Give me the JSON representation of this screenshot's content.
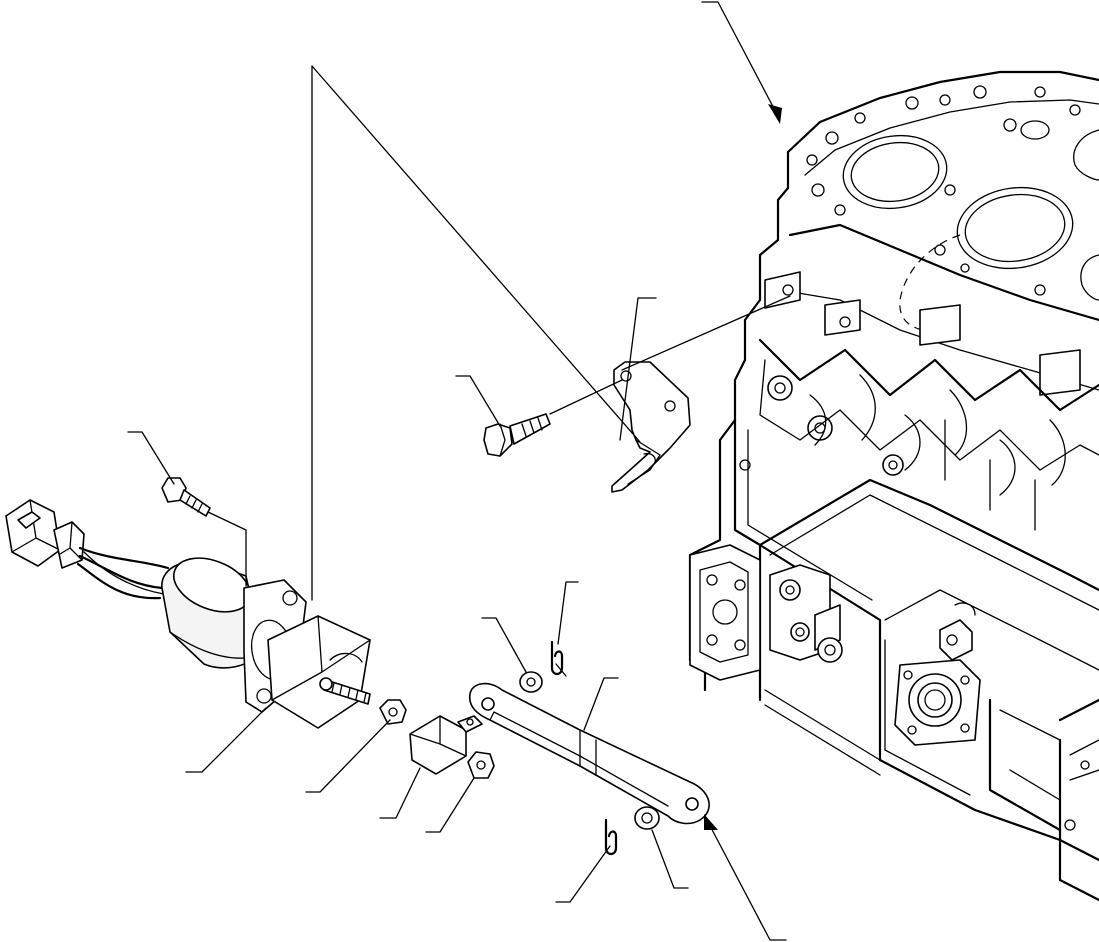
{
  "diagram": {
    "style": "exploded-parts-view",
    "stroke_color": "#000000",
    "background_color": "#ffffff",
    "parts": [
      {
        "id": "cylinder-block",
        "icon": "engine-block-icon"
      },
      {
        "id": "bracket",
        "icon": "bracket-icon"
      },
      {
        "id": "bracket-bolt",
        "icon": "flange-bolt-icon"
      },
      {
        "id": "solenoid-bolt",
        "icon": "flange-bolt-icon"
      },
      {
        "id": "stop-solenoid",
        "icon": "solenoid-icon"
      },
      {
        "id": "connector",
        "icon": "wire-connector-icon"
      },
      {
        "id": "nut-upper",
        "icon": "hex-nut-icon"
      },
      {
        "id": "joint-block",
        "icon": "joint-block-icon"
      },
      {
        "id": "nut-lower",
        "icon": "hex-nut-icon"
      },
      {
        "id": "lever",
        "icon": "link-lever-icon"
      },
      {
        "id": "washer-upper",
        "icon": "washer-icon"
      },
      {
        "id": "washer-lower",
        "icon": "washer-icon"
      },
      {
        "id": "snap-pin-upper",
        "icon": "snap-pin-icon"
      },
      {
        "id": "snap-pin-lower",
        "icon": "snap-pin-icon"
      }
    ],
    "callout_count": 14
  }
}
